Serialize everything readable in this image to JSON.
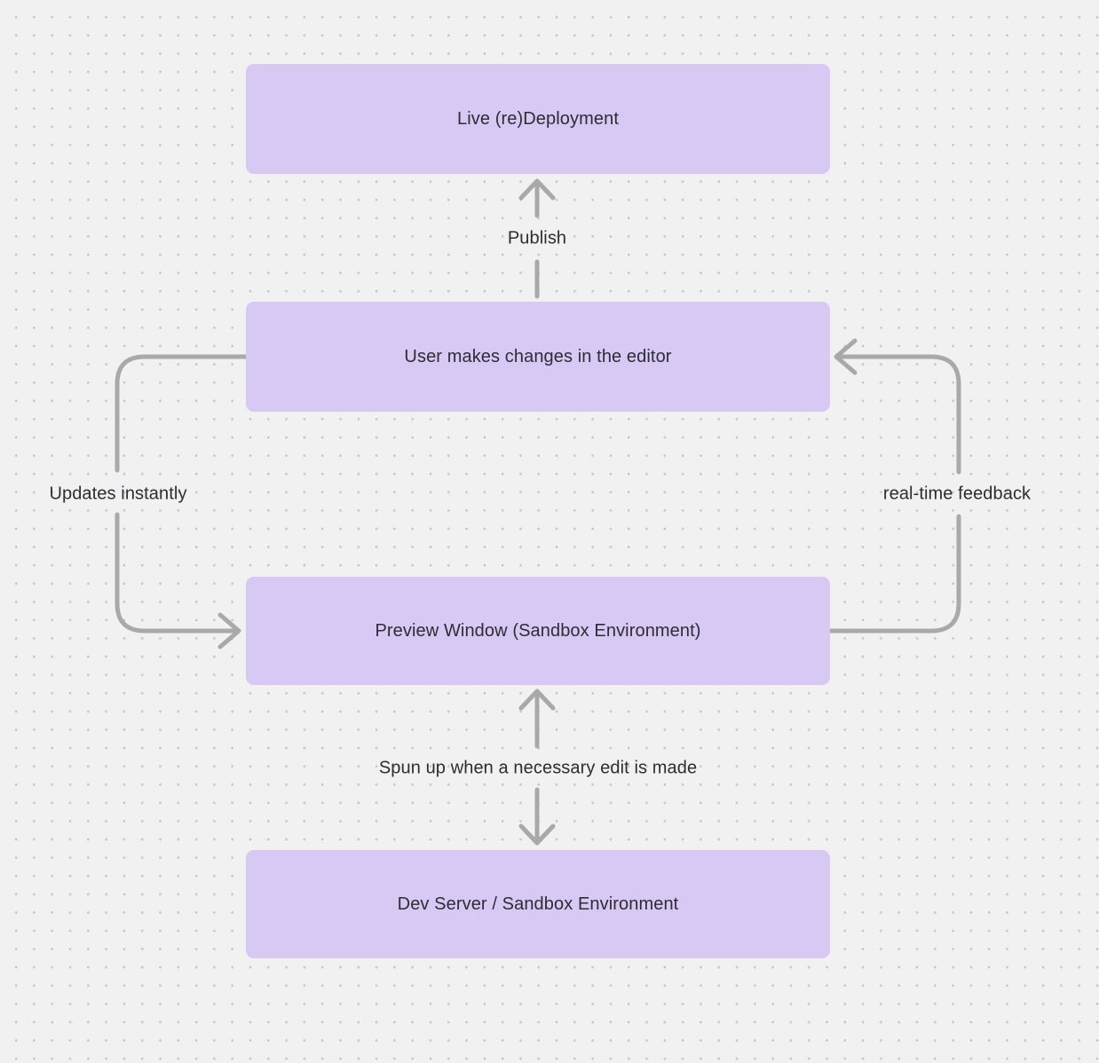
{
  "diagram": {
    "type": "flowchart",
    "background_style": "dot-grid",
    "colors": {
      "background": "#f1f1f2",
      "grid_dot": "#c3c3c6",
      "node_fill": "#d7c9f3",
      "edge_stroke": "#a9a9a9",
      "text": "#2d2d32"
    },
    "nodes": [
      {
        "id": "live-deployment",
        "label": "Live (re)Deployment"
      },
      {
        "id": "editor-changes",
        "label": "User makes changes in the editor"
      },
      {
        "id": "preview-window",
        "label": "Preview Window (Sandbox Environment)"
      },
      {
        "id": "dev-server",
        "label": "Dev Server / Sandbox Environment"
      }
    ],
    "edges": [
      {
        "id": "publish",
        "label": "Publish",
        "from": "editor-changes",
        "to": "live-deployment",
        "direction": "up"
      },
      {
        "id": "updates-instantly",
        "label": "Updates instantly",
        "from": "editor-changes",
        "to": "preview-window",
        "direction": "left-loop"
      },
      {
        "id": "real-time-feedback",
        "label": "real-time feedback",
        "from": "preview-window",
        "to": "editor-changes",
        "direction": "right-loop"
      },
      {
        "id": "spun-up",
        "label": "Spun up when a necessary edit is made",
        "from": "dev-server",
        "to": "preview-window",
        "direction": "bidirectional"
      }
    ]
  }
}
